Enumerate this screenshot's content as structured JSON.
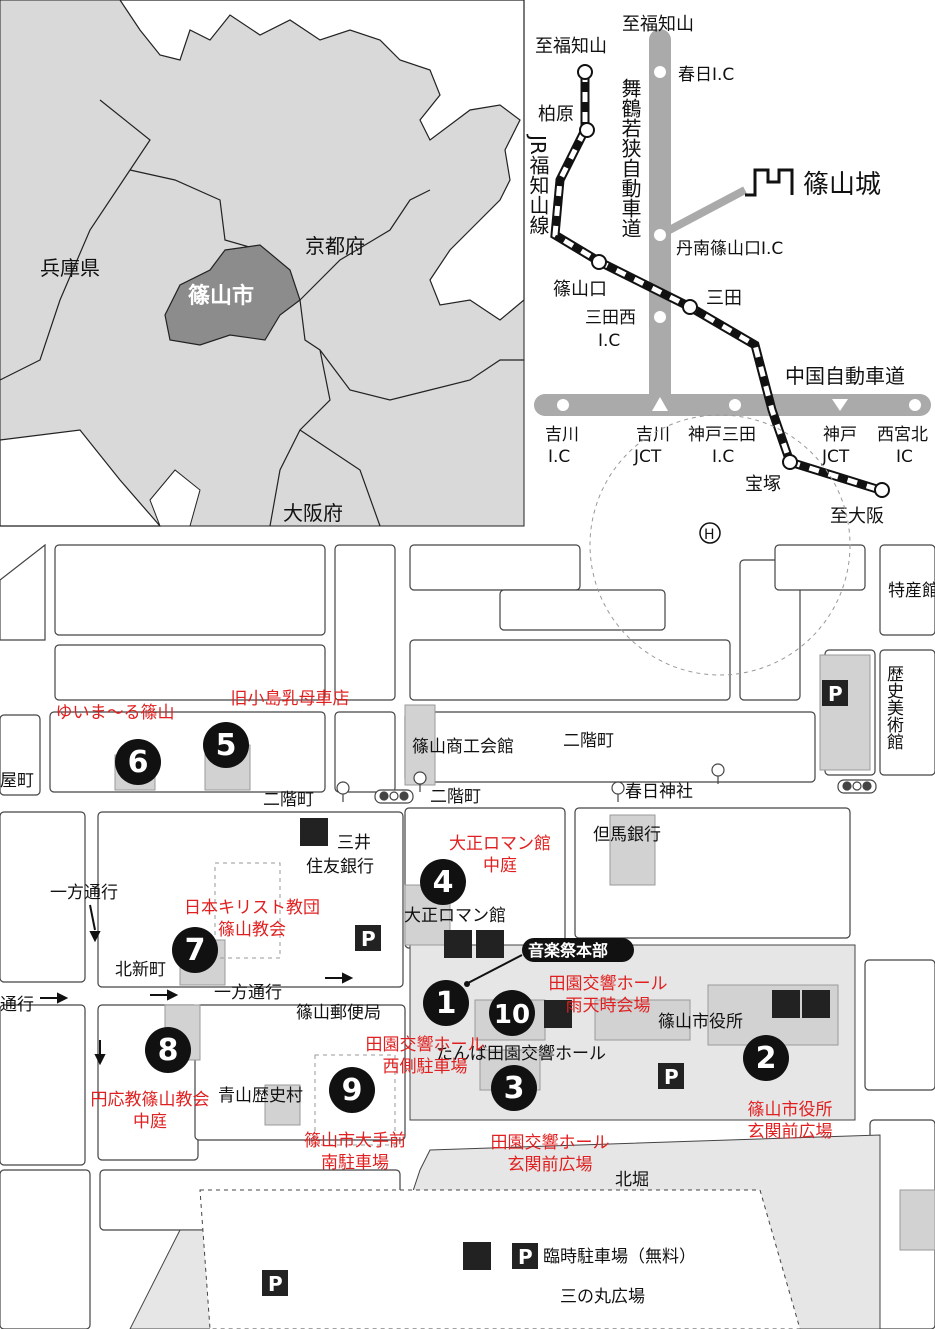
{
  "region_map": {
    "prefectures": [
      "兵庫県",
      "京都府",
      "大阪府"
    ],
    "highlight_city": "篠山市"
  },
  "route_map": {
    "destination": "篠山城",
    "expressway_mai": "舞鶴若狭自動車道",
    "expressway_chugoku": "中国自動車道",
    "jr_line": "JR福知山線",
    "top_left": "至福知山",
    "top_right": "至福知山",
    "bottom": "至大阪",
    "stations": [
      "柏原",
      "篠山口",
      "三田",
      "宝塚"
    ],
    "ics": [
      {
        "name": "春日I.C"
      },
      {
        "name": "丹南篠山口I.C"
      },
      {
        "name": "三田西",
        "sub": "I.C"
      },
      {
        "name": "吉川",
        "sub": "I.C"
      },
      {
        "name": "吉川",
        "sub": "JCT"
      },
      {
        "name": "神戸三田",
        "sub": "I.C"
      },
      {
        "name": "神戸",
        "sub": "JCT"
      },
      {
        "name": "西宮北",
        "sub": "IC"
      }
    ]
  },
  "town_map": {
    "labels": {
      "tokusan": "特産館",
      "rekishi": "歴史美術館",
      "shokokai": "篠山商工会館",
      "nikaimachi1": "二階町",
      "nikaimachi2": "二階町",
      "nikaimachi3": "二階町",
      "yamachi": "屋町",
      "kasuga": "春日神社",
      "mitsui1": "三井",
      "mitsui2": "住友銀行",
      "tajima": "但馬銀行",
      "ippo1": "一方通行",
      "ippo2": "一方通行",
      "ippo3": "通行",
      "kitashin": "北新町",
      "yubin": "篠山郵便局",
      "taisho": "大正ロマン館",
      "hq": "音楽祭本部",
      "shiyakusho": "篠山市役所",
      "tamba_hall": "たんば田園交響ホール",
      "aoyama": "青山歴史村",
      "kitabori": "北堀",
      "rinji": "臨時駐車場（無料）",
      "sannomaru": "三の丸広場",
      "hospital": "H"
    },
    "venues": [
      {
        "num": "1",
        "lines": [
          "田園交響ホール",
          "西側駐車場"
        ]
      },
      {
        "num": "2",
        "lines": [
          "篠山市役所",
          "玄関前広場"
        ]
      },
      {
        "num": "3",
        "lines": [
          "田園交響ホール",
          "玄関前広場"
        ]
      },
      {
        "num": "4",
        "lines": [
          "大正ロマン館",
          "中庭"
        ]
      },
      {
        "num": "5",
        "lines": [
          "旧小島乳母車店"
        ]
      },
      {
        "num": "6",
        "lines": [
          "ゆいま～る篠山"
        ]
      },
      {
        "num": "7",
        "lines": [
          "日本キリスト教団",
          "篠山教会"
        ]
      },
      {
        "num": "8",
        "lines": [
          "円応教篠山教会",
          "中庭"
        ]
      },
      {
        "num": "9",
        "lines": [
          "篠山市大手前",
          "南駐車場"
        ]
      },
      {
        "num": "10",
        "lines": [
          "田園交響ホール",
          "雨天時会場"
        ]
      }
    ],
    "parking_symbol": "P"
  },
  "colors": {
    "venue_label": "#e02020",
    "land": "#d9d9d9",
    "city": "#8c8c8c",
    "road": "#aaaaaa",
    "block": "#e6e6e6"
  }
}
